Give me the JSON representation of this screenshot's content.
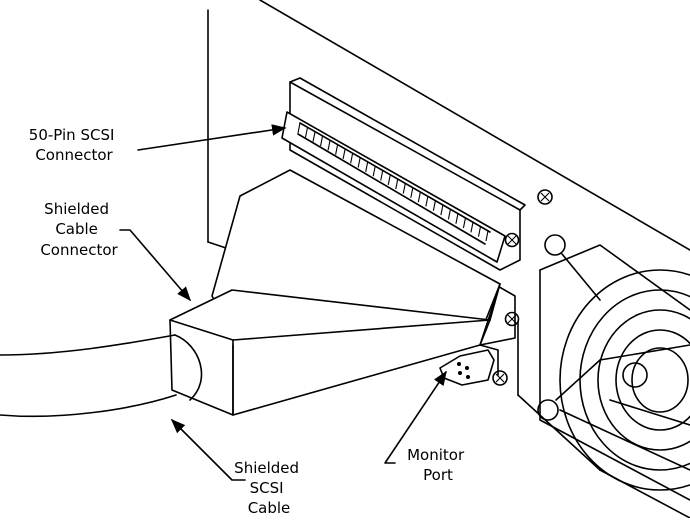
{
  "labels": {
    "scsi_connector": [
      "50-Pin SCSI",
      "Connector"
    ],
    "shielded_connector": [
      "Shielded",
      "Cable",
      "Connector"
    ],
    "shielded_cable": [
      "Shielded",
      "SCSI",
      "Cable"
    ],
    "monitor_port": [
      "Monitor",
      "Port"
    ]
  },
  "colors": {
    "line": "#000000",
    "background": "#ffffff"
  }
}
